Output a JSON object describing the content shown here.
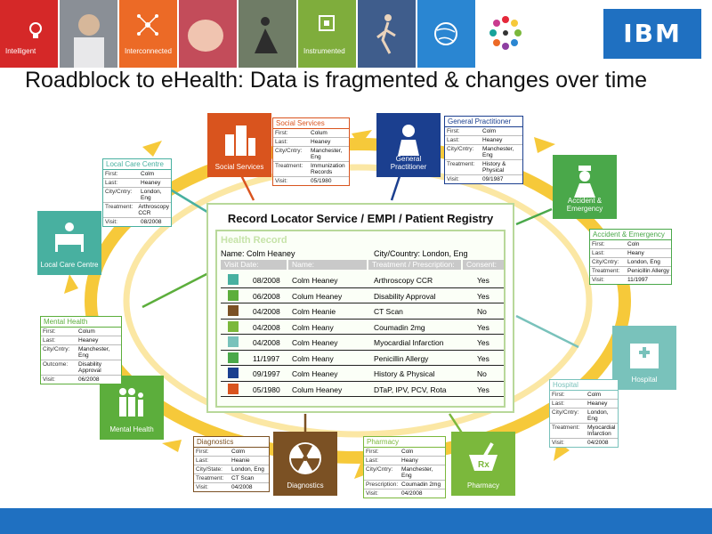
{
  "banner": {
    "tiles": [
      {
        "label": "Intelligent",
        "color": "#d52828"
      },
      {
        "label": "",
        "color": "#8a8f96"
      },
      {
        "label": "Interconnected",
        "color": "#ec6a26"
      },
      {
        "label": "",
        "color": "#c34c5a"
      },
      {
        "label": "",
        "color": "#6f7c66"
      },
      {
        "label": "Instrumented",
        "color": "#7fad3c"
      },
      {
        "label": "",
        "color": "#3f5d8c"
      },
      {
        "label": "",
        "color": "#2a86d2"
      },
      {
        "label": "",
        "color": "#ffffff"
      }
    ],
    "logo": "IBM"
  },
  "headline": "Roadblock to eHealth: Data is fragmented & changes over time",
  "nodes": {
    "social": {
      "label": "Social Services",
      "color": "#d9541e"
    },
    "gp": {
      "label": "General\nPractitioner",
      "color": "#1b3f8f"
    },
    "ae": {
      "label": "Accident &\nEmergency",
      "color": "#4aa84a"
    },
    "local": {
      "label": "Local Care Centre",
      "color": "#48b0a0"
    },
    "hospital": {
      "label": "Hospital",
      "color": "#79c2bb"
    },
    "mental": {
      "label": "Mental Health",
      "color": "#5cae3c"
    },
    "diagnostics": {
      "label": "Diagnostics",
      "color": "#7b5124"
    },
    "pharmacy": {
      "label": "Pharmacy",
      "color": "#7bb83c"
    }
  },
  "cards": {
    "social": {
      "title": "Social Services",
      "rows": [
        [
          "First:",
          "Colum"
        ],
        [
          "Last:",
          "Heaney"
        ],
        [
          "City/Cntry:",
          "Manchester, Eng"
        ],
        [
          "Treatment:",
          "Immunization Records"
        ],
        [
          "Visit:",
          "05/1980"
        ]
      ]
    },
    "gp": {
      "title": "General Practitioner",
      "rows": [
        [
          "First:",
          "Colm"
        ],
        [
          "Last:",
          "Heaney"
        ],
        [
          "City/Cntry:",
          "Manchester, Eng"
        ],
        [
          "Treatment:",
          "History & Physical"
        ],
        [
          "Visit:",
          "09/1987"
        ]
      ]
    },
    "local": {
      "title": "Local Care Centre",
      "rows": [
        [
          "First:",
          "Colm"
        ],
        [
          "Last:",
          "Heaney"
        ],
        [
          "City/Cntry:",
          "London, Eng"
        ],
        [
          "Treatment:",
          "Arthroscopy CCR"
        ],
        [
          "Visit:",
          "08/2008"
        ]
      ]
    },
    "ae": {
      "title": "Accident & Emergency",
      "rows": [
        [
          "First:",
          "Coln"
        ],
        [
          "Last:",
          "Heany"
        ],
        [
          "City/Cntry:",
          "London, Eng"
        ],
        [
          "Treatment:",
          "Penicillin Allergy"
        ],
        [
          "Visit:",
          "11/1997"
        ]
      ]
    },
    "mental": {
      "title": "Mental Health",
      "rows": [
        [
          "First:",
          "Colum"
        ],
        [
          "Last:",
          "Heaney"
        ],
        [
          "City/Cntry:",
          "Manchester, Eng"
        ],
        [
          "Outcome:",
          "Disability Approval"
        ],
        [
          "Visit:",
          "06/2008"
        ]
      ]
    },
    "hospital": {
      "title": "Hospital",
      "rows": [
        [
          "First:",
          "Colm"
        ],
        [
          "Last:",
          "Heaney"
        ],
        [
          "City/Cntry:",
          "London, Eng"
        ],
        [
          "Treatment:",
          "Myocardial Infarction"
        ],
        [
          "Visit:",
          "04/2008"
        ]
      ]
    },
    "diagnostics": {
      "title": "Diagnostics",
      "rows": [
        [
          "First:",
          "Colm"
        ],
        [
          "Last:",
          "Heanie"
        ],
        [
          "City/State:",
          "London, Eng"
        ],
        [
          "Treatment:",
          "CT Scan"
        ],
        [
          "Visit:",
          "04/2008"
        ]
      ]
    },
    "pharmacy": {
      "title": "Pharmacy",
      "rows": [
        [
          "First:",
          "Coln"
        ],
        [
          "Last:",
          "Heany"
        ],
        [
          "City/Cntry:",
          "Manchester, Eng"
        ],
        [
          "Prescription:",
          "Coumadin 2mg"
        ],
        [
          "Visit:",
          "04/2008"
        ]
      ]
    }
  },
  "registry": {
    "title": "Record Locator Service / EMPI / Patient Registry",
    "health_record": "Health Record",
    "name": "Name:  Colm Heaney",
    "city": "City/Country:  London, Eng",
    "headers": [
      "Visit Date:",
      "Name:",
      "Treatment / Prescription:",
      "Consent:"
    ],
    "rows": [
      {
        "date": "08/2008",
        "name": "Colm Heaney",
        "treatment": "Arthroscopy CCR",
        "consent": "Yes",
        "color": "#48b0a0"
      },
      {
        "date": "06/2008",
        "name": "Colum Heaney",
        "treatment": "Disability Approval",
        "consent": "Yes",
        "color": "#5cae3c"
      },
      {
        "date": "04/2008",
        "name": "Colm Heanie",
        "treatment": "CT Scan",
        "consent": "No",
        "color": "#7b5124"
      },
      {
        "date": "04/2008",
        "name": "Colm Heany",
        "treatment": "Coumadin 2mg",
        "consent": "Yes",
        "color": "#7bb83c"
      },
      {
        "date": "04/2008",
        "name": "Colm Heaney",
        "treatment": "Myocardial Infarction",
        "consent": "Yes",
        "color": "#79c2bb"
      },
      {
        "date": "11/1997",
        "name": "Colm Heany",
        "treatment": "Penicillin Allergy",
        "consent": "Yes",
        "color": "#4aa84a"
      },
      {
        "date": "09/1997",
        "name": "Colm Heaney",
        "treatment": "History & Physical",
        "consent": "No",
        "color": "#1b3f8f"
      },
      {
        "date": "05/1980",
        "name": "Colum Heaney",
        "treatment": "DTaP, IPV, PCV, Rota",
        "consent": "Yes",
        "color": "#d9541e"
      }
    ]
  },
  "colors": {
    "ring": "#f6c93a",
    "ring_light": "#fbe7a4",
    "record_border": "#b8d89a",
    "footer": "#1f70c1"
  }
}
